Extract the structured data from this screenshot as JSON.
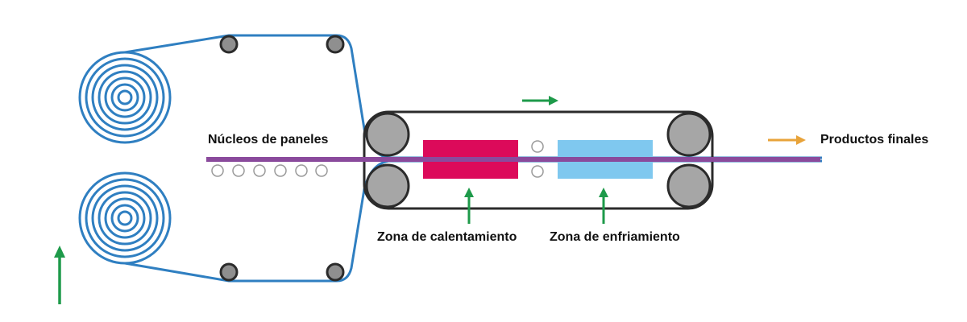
{
  "labels": {
    "panel_cores": "Núcleos de paneles",
    "final_products": "Productos finales",
    "heating_zone": "Zona de calentamiento",
    "cooling_zone": "Zona de enfriamiento"
  },
  "colors": {
    "belt_blue": "#2f7fc1",
    "panel_purple": "#8a4a9c",
    "heating": "#dc0a5a",
    "cooling": "#7fc8ef",
    "arrow_green": "#1e9a4a",
    "arrow_orange": "#e8a33a",
    "roller_fill": "#a6a6a6",
    "roller_stroke": "#2b2b2b"
  }
}
